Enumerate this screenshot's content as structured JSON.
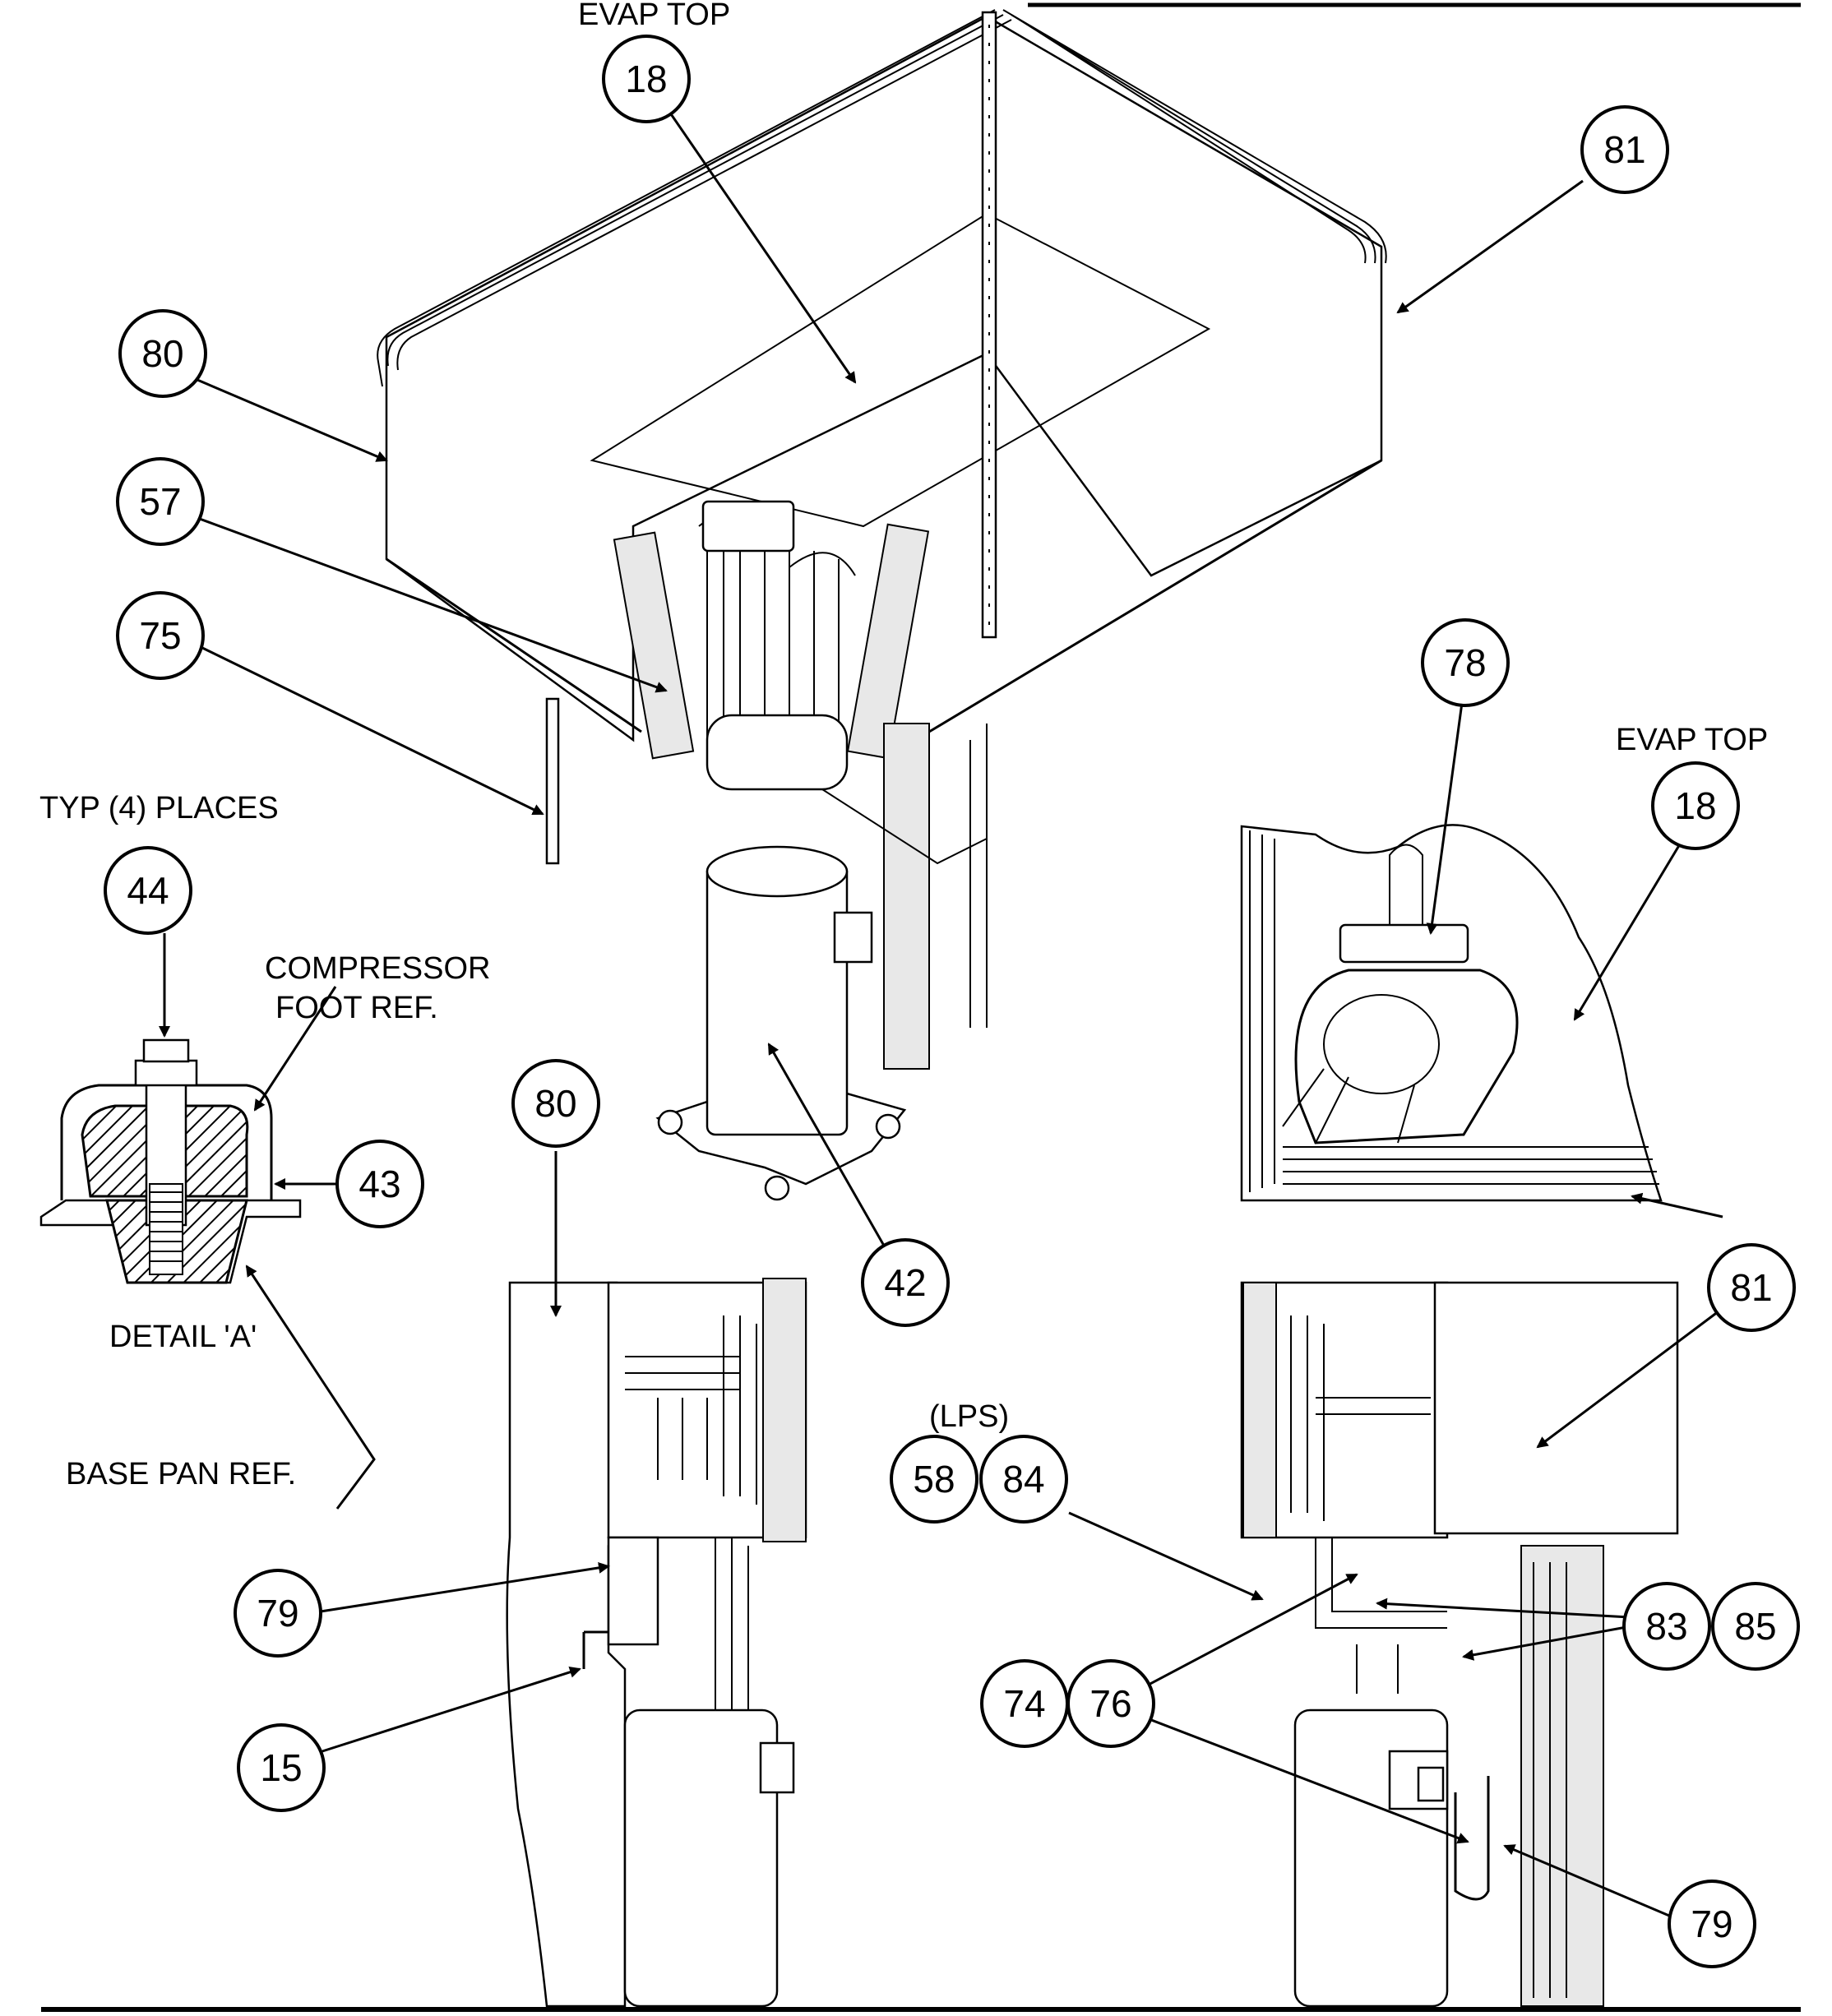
{
  "labels": {
    "evap_top_top": "EVAP TOP",
    "evap_top_right": "EVAP TOP",
    "typ_places": "TYP (4) PLACES",
    "compressor_foot_1": "COMPRESSOR",
    "compressor_foot_2": "FOOT REF.",
    "detail_a": "DETAIL 'A'",
    "base_pan": "BASE PAN REF.",
    "lps": "(LPS)"
  },
  "callouts": {
    "c18_top": "18",
    "c81_top": "81",
    "c80_left": "80",
    "c57": "57",
    "c75": "75",
    "c44": "44",
    "c43": "43",
    "c42": "42",
    "c80_mid": "80",
    "c79_left": "79",
    "c15": "15",
    "c78": "78",
    "c18_right": "18",
    "c81_right": "81",
    "c58": "58",
    "c84": "84",
    "c83": "83",
    "c85": "85",
    "c74": "74",
    "c76": "76",
    "c79_right": "79"
  }
}
